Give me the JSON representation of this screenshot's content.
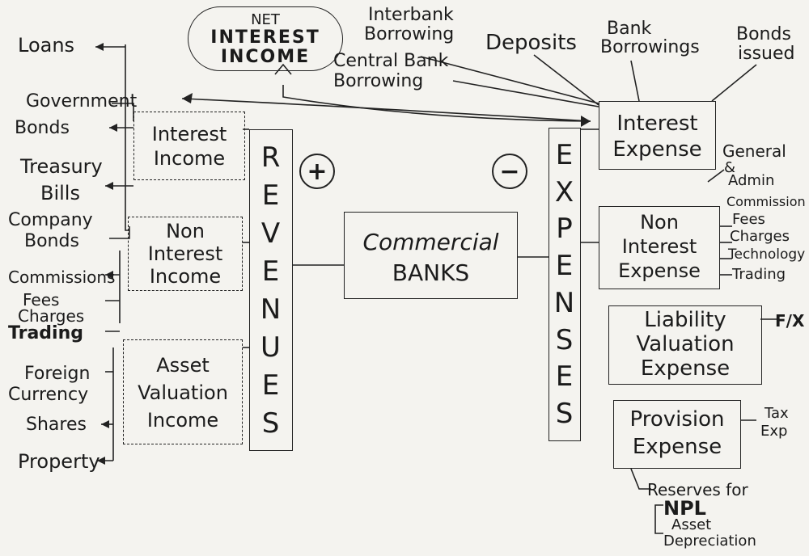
{
  "center": {
    "commercial": "Commercial",
    "banks": "BANKS"
  },
  "net_interest_income": [
    "NET",
    "INTEREST",
    "INCOME"
  ],
  "revenues": {
    "letters": [
      "R",
      "E",
      "V",
      "E",
      "N",
      "U",
      "E",
      "S"
    ],
    "sign": "+",
    "interest_income": [
      "Interest",
      "Income"
    ],
    "non_interest_income": [
      "Non",
      "Interest",
      "Income"
    ],
    "asset_valuation_income": [
      "Asset",
      "Valuation",
      "Income"
    ]
  },
  "expenses": {
    "letters": [
      "E",
      "X",
      "P",
      "E",
      "N",
      "S",
      "E",
      "S"
    ],
    "sign": "−",
    "interest_expense": [
      "Interest",
      "Expense"
    ],
    "non_interest_expense": [
      "Non",
      "Interest",
      "Expense"
    ],
    "liability_valuation_expense": [
      "Liability",
      "Valuation",
      "Expense"
    ],
    "provision_expense": [
      "Provision",
      "Expense"
    ]
  },
  "left_items": {
    "loans": "Loans",
    "government_bonds": [
      "Government",
      "Bonds"
    ],
    "treasury_bills": [
      "Treasury",
      "Bills"
    ],
    "company_bonds": [
      "Company",
      "Bonds"
    ],
    "commissions": "Commissions",
    "fees": "Fees",
    "charges": "Charges",
    "trading": "Trading",
    "foreign_currency": [
      "Foreign",
      "Currency"
    ],
    "shares": "Shares",
    "property": "Property"
  },
  "top_items": {
    "interbank_borrowing": [
      "Interbank",
      "Borrowing"
    ],
    "central_bank_borrowing": [
      "Central Bank",
      "Borrowing"
    ],
    "deposits": "Deposits",
    "bank_borrowings": [
      "Bank",
      "Borrowings"
    ],
    "bonds_issued": [
      "Bonds",
      "issued"
    ]
  },
  "right_items": {
    "general_admin": [
      "General",
      "&",
      "Admin"
    ],
    "commission": "Commission",
    "fees": "Fees",
    "charges": "Charges",
    "technology": "Technology",
    "trading": "Trading",
    "fx": "F/X",
    "tax_exp": [
      "Tax",
      "Exp"
    ],
    "reserves_for": "Reserves for",
    "npl": "NPL",
    "asset_depreciation": [
      "Asset",
      "Depreciation"
    ]
  }
}
